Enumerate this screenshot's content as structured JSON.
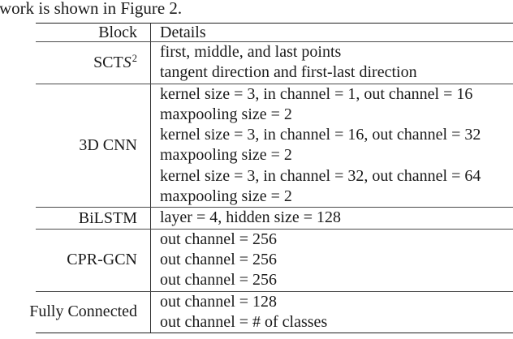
{
  "intro": {
    "text": "work is shown in Figure 2."
  },
  "table": {
    "header": {
      "block": "Block",
      "details": "Details"
    },
    "rows": [
      {
        "block_prefix": "SCT",
        "block_var": "S",
        "block_sup": "2",
        "details": [
          "first, middle, and last points",
          "tangent direction and first-last direction"
        ]
      },
      {
        "block": "3D CNN",
        "details": [
          "kernel size = 3, in channel = 1, out channel = 16",
          "maxpooling size = 2",
          "kernel size = 3, in channel = 16, out channel = 32",
          "maxpooling size = 2",
          "kernel size = 3, in channel = 32, out channel = 64",
          "maxpooling size = 2"
        ]
      },
      {
        "block": "BiLSTM",
        "details": [
          "layer = 4, hidden size = 128"
        ]
      },
      {
        "block": "CPR-GCN",
        "details": [
          "out channel = 256",
          "out channel = 256",
          "out channel = 256"
        ]
      },
      {
        "block": "Fully Connected",
        "details": [
          "out channel = 128",
          "out channel = # of classes"
        ]
      }
    ]
  },
  "colors": {
    "background": "#ffffff",
    "text": "#1a1a1a",
    "rule_outer": "#1f1f1f",
    "rule_inner": "#4a4a4a"
  }
}
